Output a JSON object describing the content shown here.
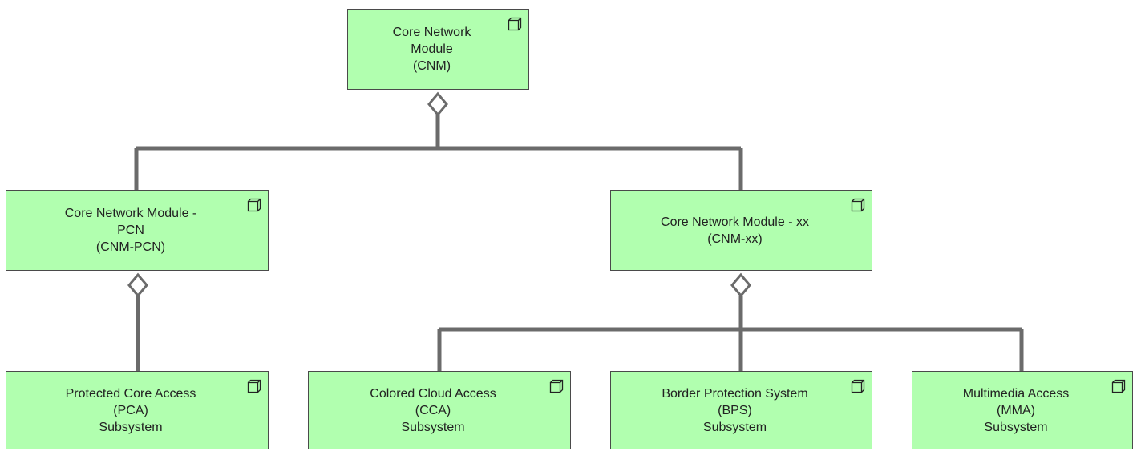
{
  "colors": {
    "node_fill": "#b1ffaf",
    "node_border": "#4a4a4a",
    "connector": "#6b6b6b"
  },
  "icon": "component-box-icon",
  "nodes": {
    "cnm": {
      "lines": [
        "Core Network",
        "Module",
        "(CNM)"
      ]
    },
    "cnm_pcn": {
      "lines": [
        "Core Network Module -",
        "PCN",
        "(CNM-PCN)"
      ]
    },
    "cnm_xx": {
      "lines": [
        "Core Network Module - xx",
        "(CNM-xx)"
      ]
    },
    "pca": {
      "lines": [
        "Protected Core Access",
        "(PCA)",
        "Subsystem"
      ]
    },
    "cca": {
      "lines": [
        "Colored Cloud Access",
        "(CCA)",
        "Subsystem"
      ]
    },
    "bps": {
      "lines": [
        "Border Protection System",
        "(BPS)",
        "Subsystem"
      ]
    },
    "mma": {
      "lines": [
        "Multimedia Access",
        "(MMA)",
        "Subsystem"
      ]
    }
  },
  "relations": [
    {
      "type": "aggregation",
      "parent": "cnm",
      "children": [
        "cnm_pcn",
        "cnm_xx"
      ]
    },
    {
      "type": "aggregation",
      "parent": "cnm_pcn",
      "children": [
        "pca"
      ]
    },
    {
      "type": "aggregation",
      "parent": "cnm_xx",
      "children": [
        "cca",
        "bps",
        "mma"
      ]
    }
  ]
}
